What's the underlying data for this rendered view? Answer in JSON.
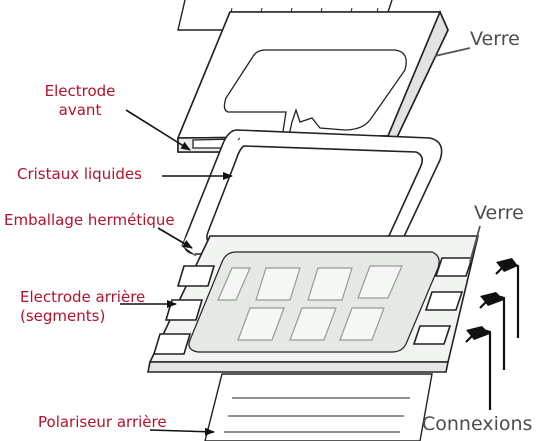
{
  "diagram": {
    "labels": {
      "electrode_avant_1": "Electrode",
      "electrode_avant_2": "avant",
      "cristaux": "Cristaux liquides",
      "emballage": "Emballage hermétique",
      "electrode_arriere_1": "Electrode arrière",
      "electrode_arriere_2": "(segments)",
      "polariseur": "Polariseur arrière",
      "verre_top": "Verre",
      "verre_mid": "Verre",
      "connexions": "Connexions"
    },
    "colors": {
      "label_red": "#b3122c",
      "label_gray": "#4d4d4d",
      "line": "#222222",
      "glass_fill": "#e9ece9",
      "electrode_fill": "#dfe4df"
    }
  }
}
